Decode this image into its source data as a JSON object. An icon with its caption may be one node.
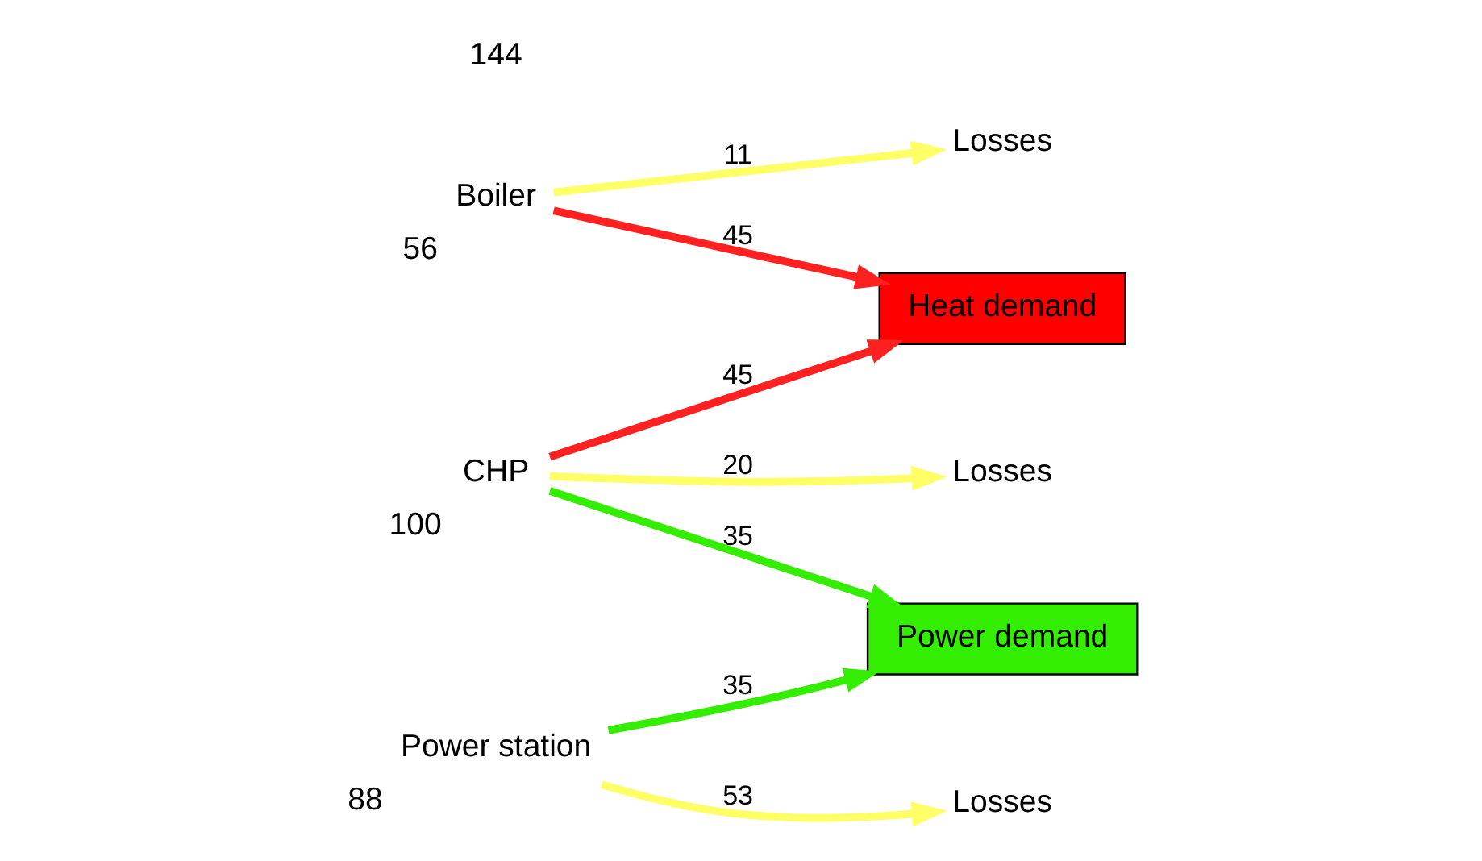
{
  "diagram": {
    "nodes": [
      {
        "text": [
          "Losses"
        ]
      },
      {
        "text": [
          "Losses"
        ]
      },
      {
        "text": [
          "CHP"
        ],
        "beside": [
          "100"
        ]
      },
      {
        "text": [
          "Heat demand"
        ]
      },
      {
        "text": [
          "Boiler"
        ],
        "beside": [
          "56"
        ]
      },
      {
        "text": [
          "Power demand"
        ]
      },
      {
        "text": [
          "Power station"
        ],
        "beside": [
          "88"
        ]
      },
      {
        "text": [
          "Losses"
        ]
      }
    ],
    "edges": [
      {
        "from": 2,
        "to": 0,
        "arrow": "to",
        "label": "20",
        "color": "#ffff66"
      },
      {
        "from": 4,
        "to": 1,
        "arrow": "to",
        "label": "11",
        "color": "#ffff66"
      },
      {
        "from": 2,
        "to": 3,
        "arrow": "to",
        "label": "45",
        "color": "#ff2020"
      },
      {
        "from": 4,
        "to": 3,
        "arrow": "to",
        "label": "45",
        "color": "#ff2020"
      },
      {
        "from": 2,
        "to": 5,
        "arrow": "to",
        "label": "35",
        "color": "#33ee00"
      },
      {
        "from": 6,
        "to": 5,
        "arrow": "to",
        "label": "35",
        "color": "#33ee00"
      },
      {
        "from": 6,
        "to": 7,
        "arrow": "to",
        "label": "53",
        "color": "#ffff66"
      }
    ],
    "labels": [
      "144"
    ]
  }
}
